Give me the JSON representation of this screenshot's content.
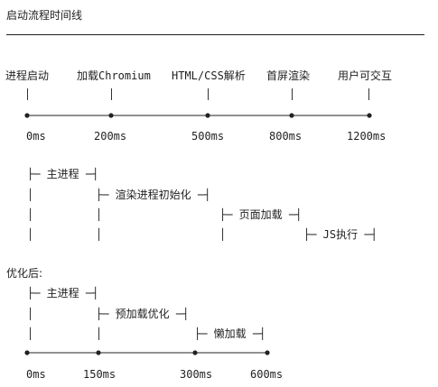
{
  "title": "启动流程时间线",
  "timeline1": {
    "stages": [
      "进程启动",
      "加载Chromium",
      "HTML/CSS解析",
      "首屏渲染",
      "用户可交互"
    ],
    "times": [
      "0ms",
      "200ms",
      "500ms",
      "800ms",
      "1200ms"
    ]
  },
  "phases1": [
    "├─ 主进程 ─┤",
    "├─ 渲染进程初始化 ─┤",
    "├─ 页面加载 ─┤",
    "├─ JS执行 ─┤"
  ],
  "optimized_label": "优化后:",
  "phases2": [
    "├─ 主进程 ─┤",
    "├─ 预加载优化 ─┤",
    "├─ 懒加载 ─┤"
  ],
  "timeline2": {
    "times": [
      "0ms",
      "150ms",
      "300ms",
      "600ms"
    ]
  }
}
